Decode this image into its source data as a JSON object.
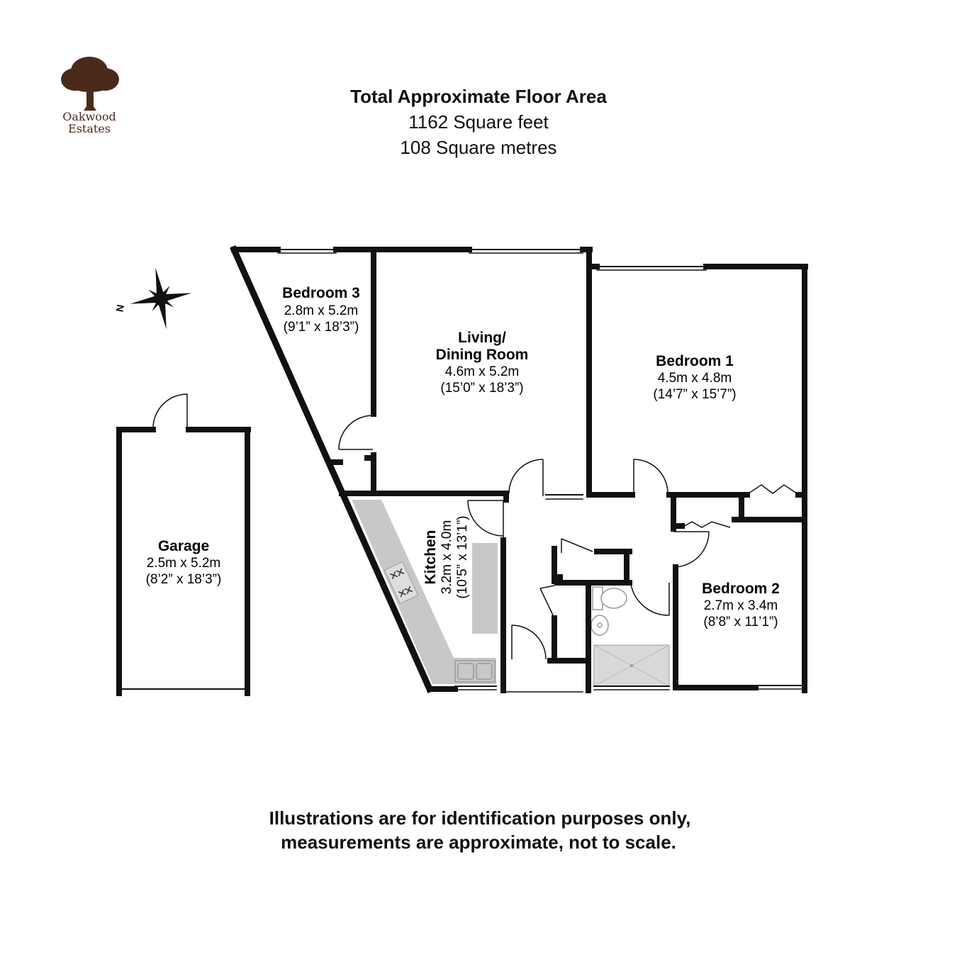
{
  "brand": {
    "name_line1": "Oakwood",
    "name_line2": "Estates",
    "logo_icon": "oak-tree-icon",
    "logo_color": "#4a2b1b"
  },
  "header": {
    "title": "Total Approximate Floor Area",
    "area_sqft": "1162 Square feet",
    "area_sqm": "108 Square metres"
  },
  "compass": {
    "icon": "compass-rose-icon",
    "north_label": "N"
  },
  "rooms": {
    "bedroom3": {
      "name": "Bedroom 3",
      "metric": "2.8m x 5.2m",
      "imperial": "(9’1” x 18’3”)"
    },
    "living": {
      "name_line1": "Living/",
      "name_line2": "Dining Room",
      "metric": "4.6m x 5.2m",
      "imperial": "(15’0” x 18’3”)"
    },
    "bedroom1": {
      "name": "Bedroom 1",
      "metric": "4.5m x 4.8m",
      "imperial": "(14’7” x 15’7”)"
    },
    "kitchen": {
      "name": "Kitchen",
      "metric": "3.2m x 4.0m",
      "imperial": "(10’5” x 13’1”)"
    },
    "bedroom2": {
      "name": "Bedroom 2",
      "metric": "2.7m x 3.4m",
      "imperial": "(8’8” x 11’1”)"
    },
    "garage": {
      "name": "Garage",
      "metric": "2.5m x 5.2m",
      "imperial": "(8’2” x 18’3”)"
    }
  },
  "footer": {
    "line1": "Illustrations are for identification purposes only,",
    "line2": "measurements are approximate, not to scale."
  },
  "colors": {
    "wall": "#111111",
    "counter": "#c8c8c8",
    "fixture_line": "#999999"
  }
}
